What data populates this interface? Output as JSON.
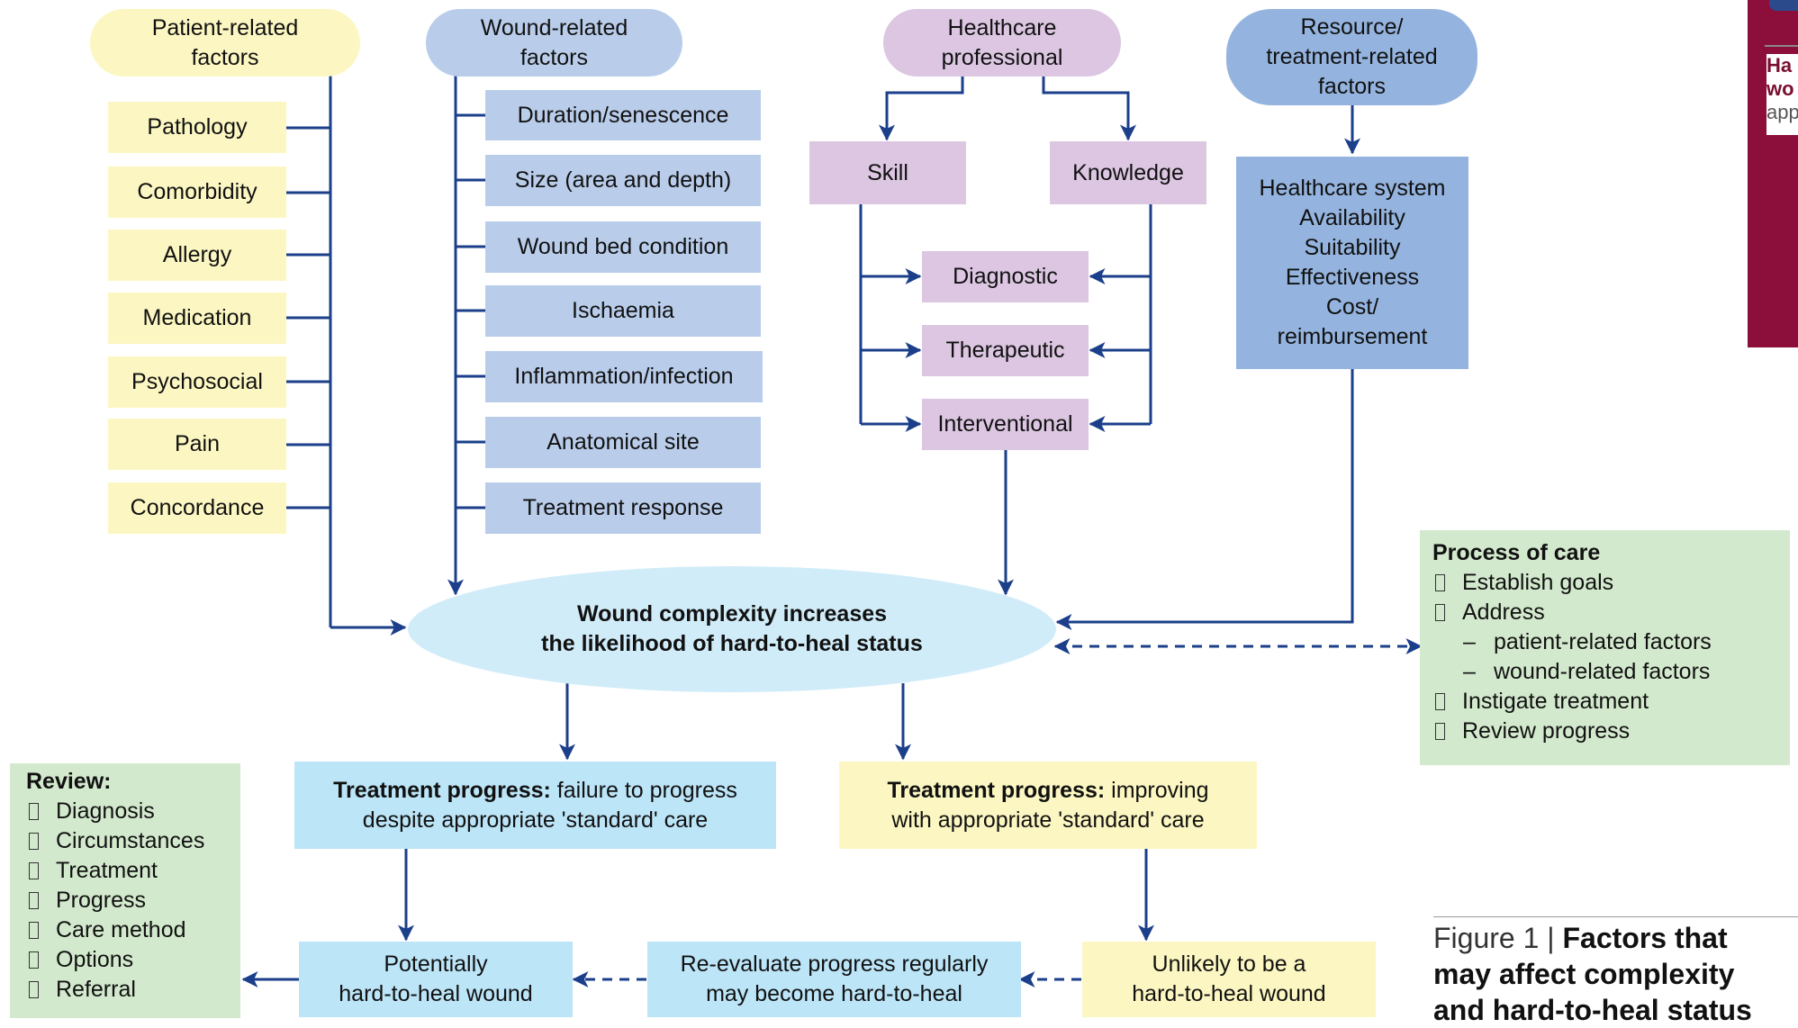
{
  "patient": {
    "title_line1": "Patient-related",
    "title_line2": "factors",
    "items": [
      "Pathology",
      "Comorbidity",
      "Allergy",
      "Medication",
      "Psychosocial",
      "Pain",
      "Concordance"
    ]
  },
  "wound": {
    "title_line1": "Wound-related",
    "title_line2": "factors",
    "items": [
      "Duration/senescence",
      "Size (area and depth)",
      "Wound bed condition",
      "Ischaemia",
      "Inflammation/infection",
      "Anatomical site",
      "Treatment response"
    ]
  },
  "professional": {
    "title_line1": "Healthcare",
    "title_line2": "professional",
    "skill": "Skill",
    "knowledge": "Knowledge",
    "outcomes": [
      "Diagnostic",
      "Therapeutic",
      "Interventional"
    ]
  },
  "resource": {
    "title_lines": [
      "Resource/",
      "treatment-related",
      "factors"
    ],
    "items": [
      "Healthcare system",
      "Availability",
      "Suitability",
      "Effectiveness",
      "Cost/",
      "reimbursement"
    ]
  },
  "center": {
    "line1": "Wound complexity increases",
    "line2": "the likelihood of hard-to-heal status"
  },
  "process": {
    "title": "Process of care",
    "items": [
      "Establish goals",
      "Address",
      "Instigate treatment",
      "Review progress"
    ],
    "sub_items": [
      "patient-related factors",
      "wound-related factors"
    ],
    "dash": "–"
  },
  "progress_fail": {
    "bold": "Treatment progress:",
    "rest": " failure to progress",
    "line2": "despite appropriate 'standard' care"
  },
  "progress_ok": {
    "bold": "Treatment progress:",
    "rest": " improving",
    "line2": "with appropriate 'standard' care"
  },
  "review": {
    "title": "Review:",
    "items": [
      "Diagnosis",
      "Circumstances",
      "Treatment",
      "Progress",
      "Care method",
      "Options",
      "Referral"
    ]
  },
  "potential": {
    "line1": "Potentially",
    "line2": "hard-to-heal wound"
  },
  "reevaluate": {
    "line1": "Re-evaluate progress regularly",
    "line2": "may become hard-to-heal"
  },
  "unlikely": {
    "line1": "Unlikely to be a",
    "line2": "hard-to-heal wound"
  },
  "caption": {
    "prefix": "Figure 1 | ",
    "line1": "Factors that",
    "line2": "may affect complexity",
    "line3": "and hard-to-heal status"
  },
  "side_strip": {
    "line1": "Ha",
    "line2": "wo",
    "line3": "app"
  },
  "colors": {
    "patient": "#fcf7c2",
    "wound": "#b9cdeb",
    "professional": "#dcc6e2",
    "resource": "#94b4df",
    "center": "#d1ecf9",
    "progress": "#bce5f8",
    "process": "#d3e9cd",
    "arrows": "#1b3f8a",
    "strip": "#8b0f3a"
  }
}
